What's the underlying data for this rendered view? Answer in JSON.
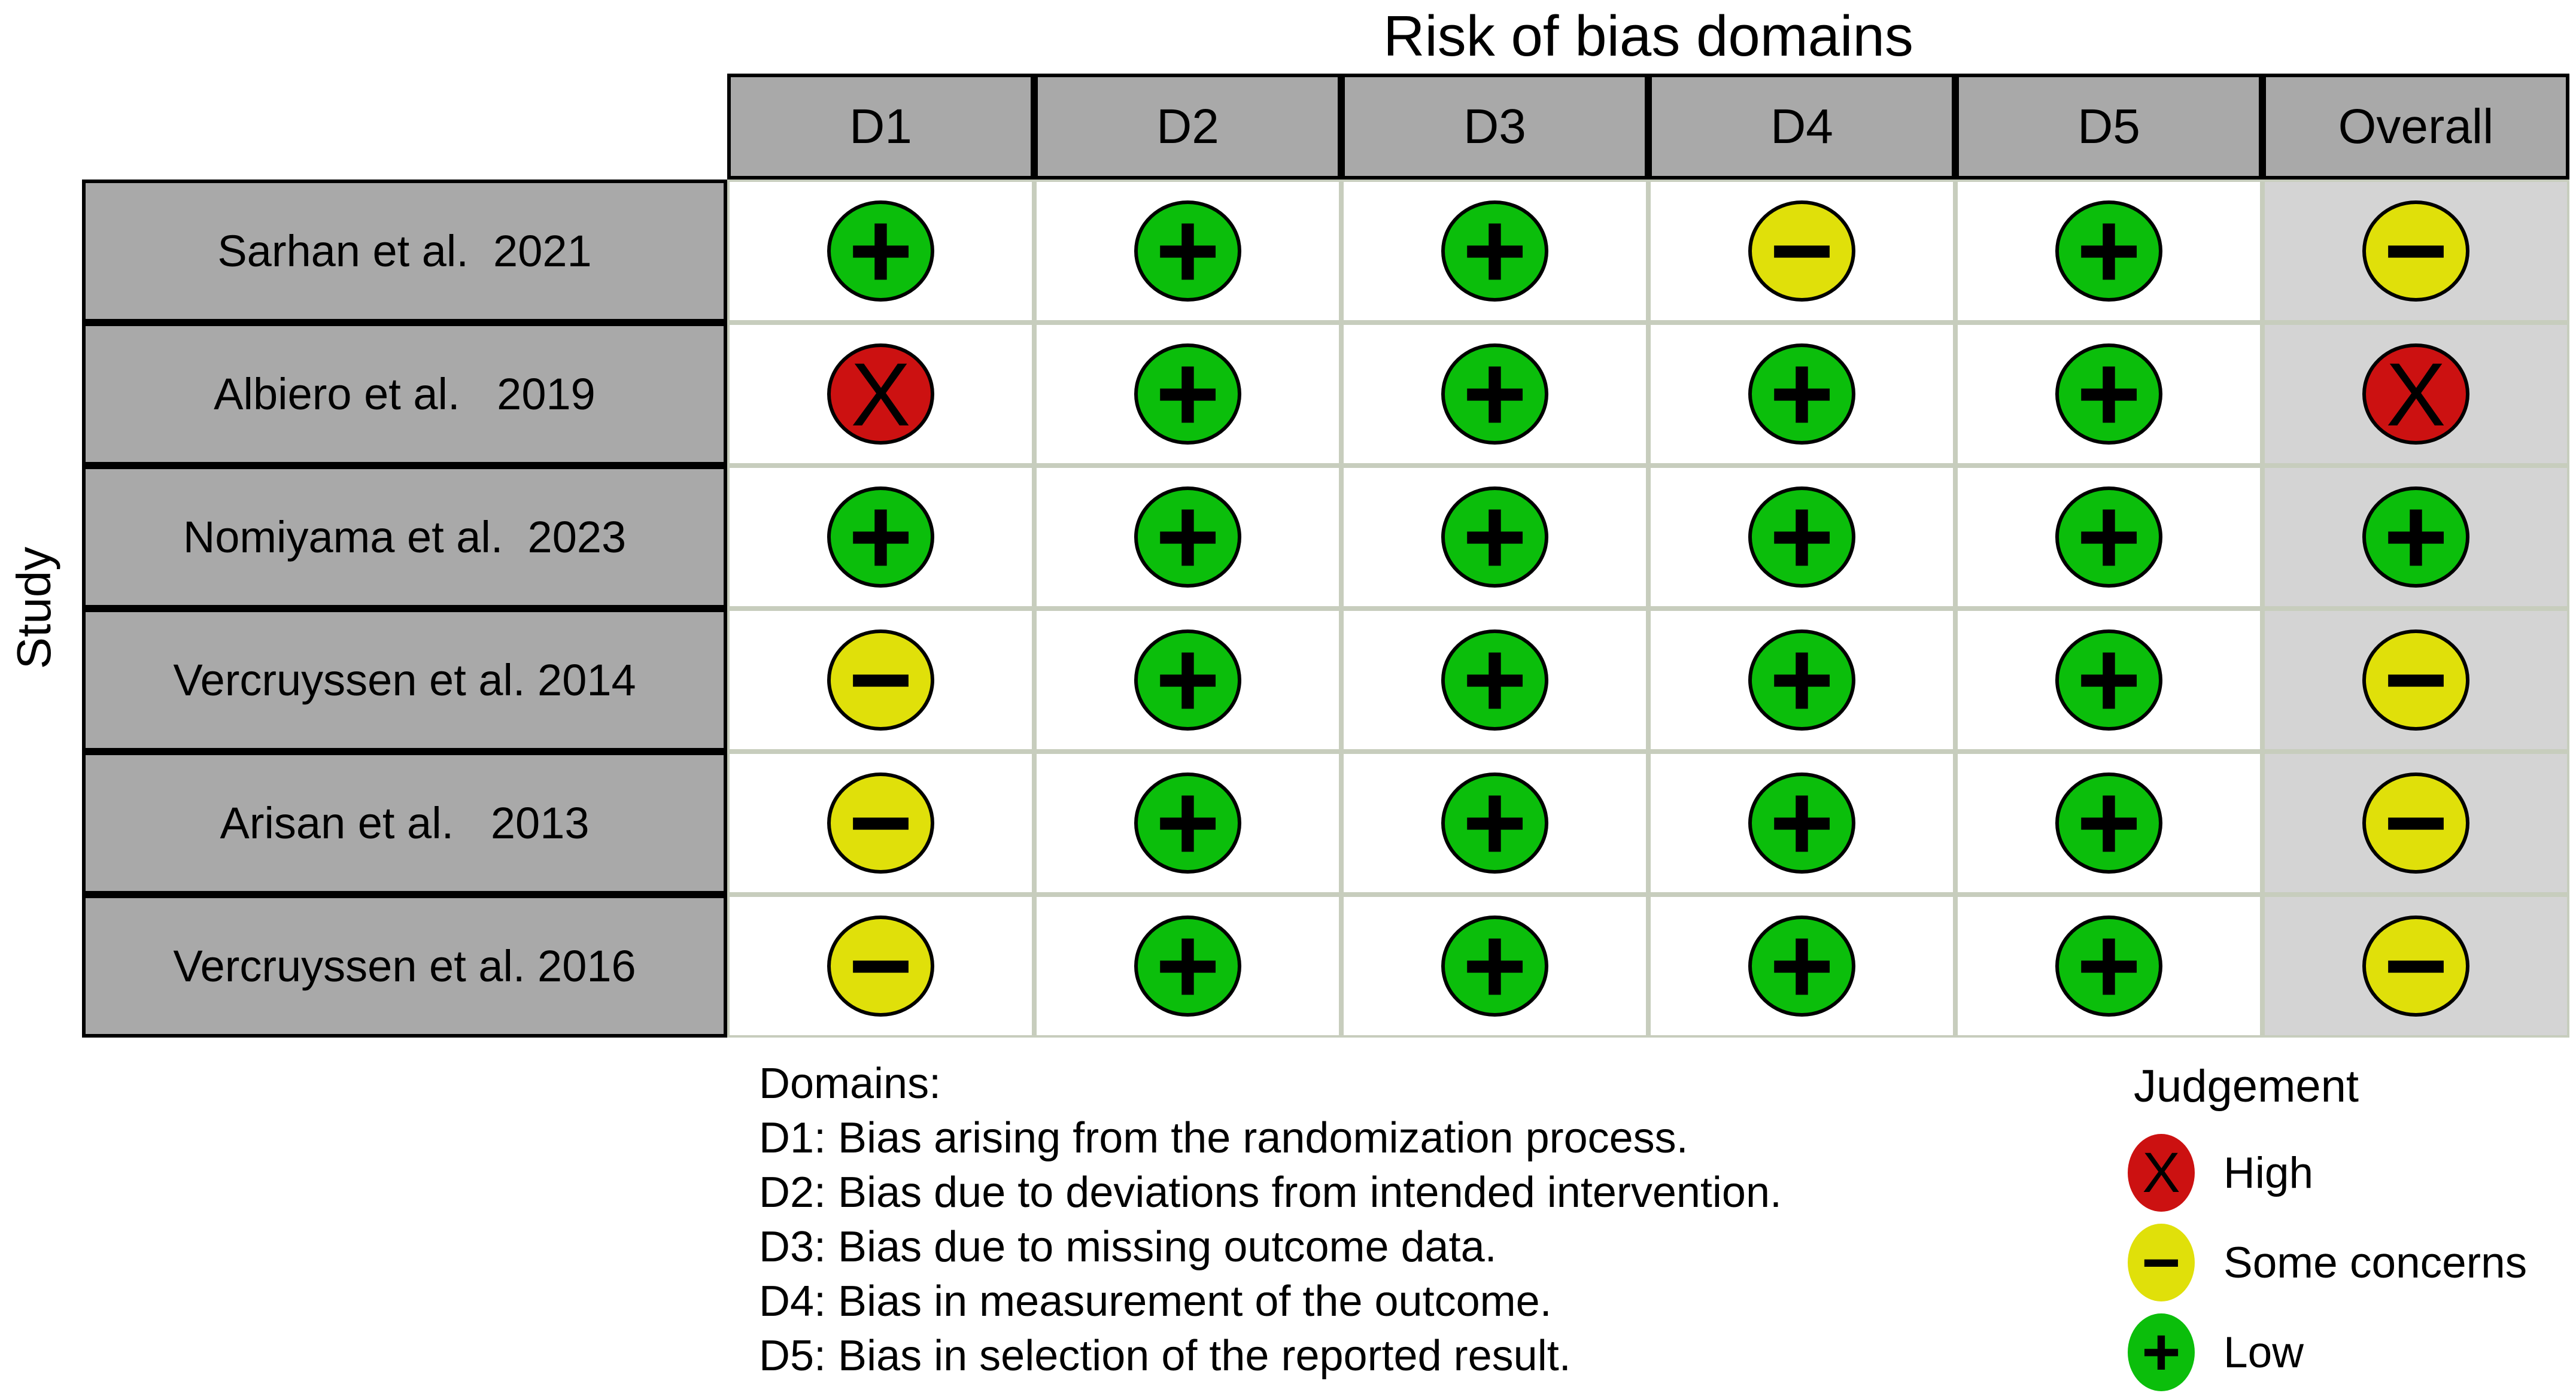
{
  "title": "Risk of bias domains",
  "y_axis_label": "Study",
  "chart_data": {
    "type": "heatmap",
    "title": "Risk of bias domains",
    "y_axis_label": "Study",
    "x_categories": [
      "D1",
      "D2",
      "D3",
      "D4",
      "D5",
      "Overall"
    ],
    "y_categories": [
      "Sarhan et al.  2021",
      "Albiero et al.   2019",
      "Nomiyama et al.  2023",
      "Vercruyssen et al. 2014",
      "Arisan et al.   2013",
      "Vercruyssen et al. 2016"
    ],
    "values": [
      [
        "low",
        "low",
        "low",
        "some_concerns",
        "low",
        "some_concerns"
      ],
      [
        "high",
        "low",
        "low",
        "low",
        "low",
        "high"
      ],
      [
        "low",
        "low",
        "low",
        "low",
        "low",
        "low"
      ],
      [
        "some_concerns",
        "low",
        "low",
        "low",
        "low",
        "some_concerns"
      ],
      [
        "some_concerns",
        "low",
        "low",
        "low",
        "low",
        "some_concerns"
      ],
      [
        "some_concerns",
        "low",
        "low",
        "low",
        "low",
        "some_concerns"
      ]
    ],
    "legend_position": "bottom-right",
    "grid": true
  },
  "judgement_types": {
    "high": {
      "label": "High",
      "symbol": "X",
      "symbol_name": "x",
      "color": "#cc1111"
    },
    "some_concerns": {
      "label": "Some concerns",
      "symbol": "−",
      "symbol_name": "minus",
      "color": "#e0e00a"
    },
    "low": {
      "label": "Low",
      "symbol": "+",
      "symbol_name": "plus",
      "color": "#0bbe0b"
    }
  },
  "legend": {
    "title": "Judgement",
    "items": [
      {
        "judgement": "high"
      },
      {
        "judgement": "some_concerns"
      },
      {
        "judgement": "low"
      }
    ]
  },
  "footnote": {
    "heading": "Domains:",
    "lines": [
      "D1: Bias arising from the randomization process.",
      "D2: Bias due to deviations from intended intervention.",
      "D3: Bias due to missing outcome data.",
      "D4: Bias in measurement of the outcome.",
      "D5: Bias in selection of the reported result."
    ]
  },
  "colors": {
    "header_bg": "#a9a9a9",
    "overall_column_bg": "#d4d4d4",
    "body_grid_border": "#c7cdbd",
    "table_border": "#000000",
    "background": "#ffffff"
  }
}
